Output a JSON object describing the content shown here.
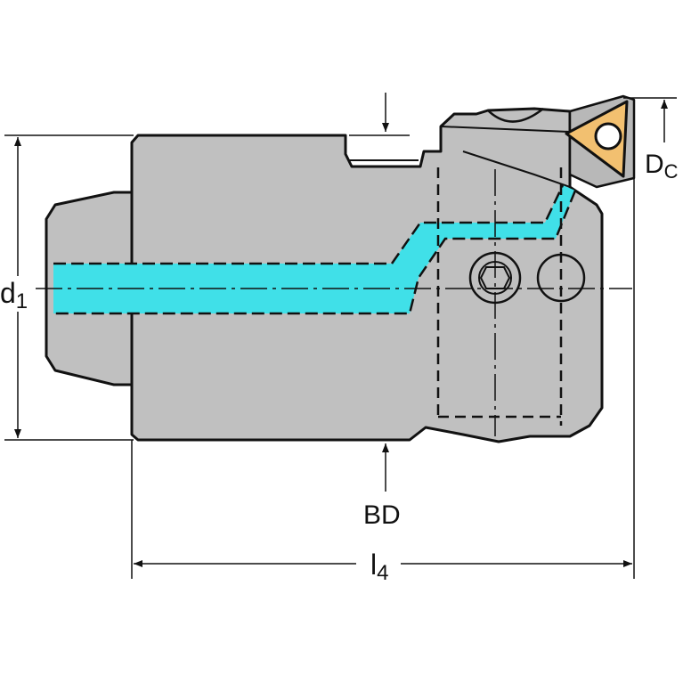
{
  "labels": {
    "d1_main": "d",
    "d1_sub": "1",
    "dc_main": "D",
    "dc_sub": "C",
    "bd": "BD",
    "l4_main": "l",
    "l4_sub": "4"
  },
  "colors": {
    "body_fill": "#c0c0c0",
    "insert_fill": "#f2c070",
    "coolant": "#40e0e8",
    "outline": "#111111",
    "dimension": "#111111"
  }
}
